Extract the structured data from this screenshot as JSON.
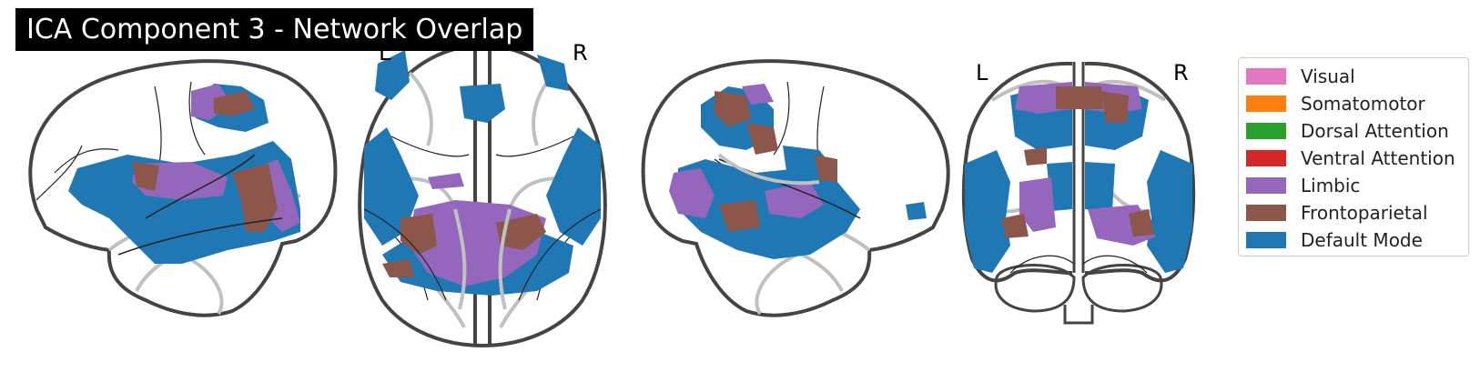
{
  "title": "ICA Component 3 - Network Overlap",
  "views": {
    "axial": {
      "left_label": "L",
      "right_label": "R"
    },
    "coronal": {
      "left_label": "L",
      "right_label": "R"
    }
  },
  "legend": {
    "items": [
      {
        "label": "Visual",
        "color": "#e377c2"
      },
      {
        "label": "Somatomotor",
        "color": "#ff7f0e"
      },
      {
        "label": "Dorsal Attention",
        "color": "#2ca02c"
      },
      {
        "label": "Ventral Attention",
        "color": "#d62728"
      },
      {
        "label": "Limbic",
        "color": "#9467bd"
      },
      {
        "label": "Frontoparietal",
        "color": "#8c564b"
      },
      {
        "label": "Default Mode",
        "color": "#1f77b4"
      }
    ]
  },
  "colors": {
    "brain_outline": "#444444",
    "sulci_light": "#c0c0c0",
    "sulci_dark": "#222222",
    "default_mode": "#1f77b4",
    "limbic": "#9467bd",
    "frontoparietal": "#8c564b"
  }
}
